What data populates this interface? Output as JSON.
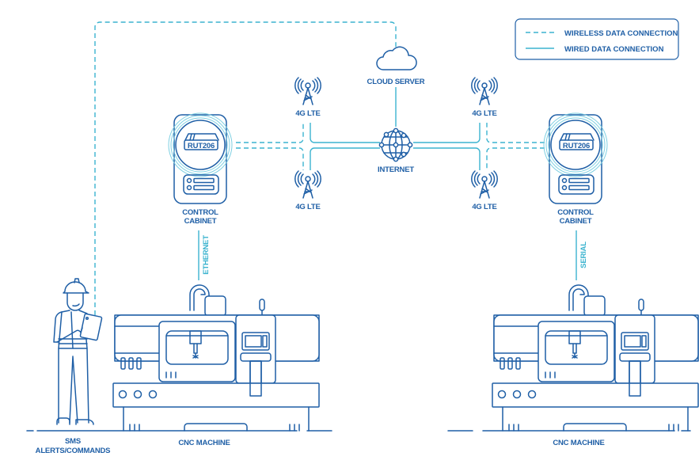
{
  "legend": {
    "wireless_label": "WIRELESS DATA CONNECTION",
    "wired_label": "WIRED DATA CONNECTION"
  },
  "colors": {
    "primary": "#1f5fa6",
    "accent": "#3bb3cf",
    "background": "#ffffff"
  },
  "nodes": {
    "cloud": {
      "label": "CLOUD SERVER",
      "icon": "cloud-icon"
    },
    "internet": {
      "label": "INTERNET",
      "icon": "globe-network-icon"
    },
    "towers": [
      {
        "label": "4G LTE",
        "icon": "cell-tower-icon"
      },
      {
        "label": "4G LTE",
        "icon": "cell-tower-icon"
      },
      {
        "label": "4G LTE",
        "icon": "cell-tower-icon"
      },
      {
        "label": "4G LTE",
        "icon": "cell-tower-icon"
      }
    ],
    "cabinet_left": {
      "label_line1": "CONTROL",
      "label_line2": "CABINET",
      "router": "RUT206"
    },
    "cabinet_right": {
      "label_line1": "CONTROL",
      "label_line2": "CABINET",
      "router": "RUT206"
    },
    "link_left": "ETHERNET",
    "link_right": "SERIAL",
    "machine_left": {
      "label": "CNC MACHINE",
      "icon": "cnc-machine-icon"
    },
    "machine_right": {
      "label": "CNC MACHINE",
      "icon": "cnc-machine-icon"
    },
    "worker": {
      "label_line1": "SMS",
      "label_line2": "ALERTS/COMMANDS",
      "icon": "worker-with-tablet-icon"
    }
  }
}
